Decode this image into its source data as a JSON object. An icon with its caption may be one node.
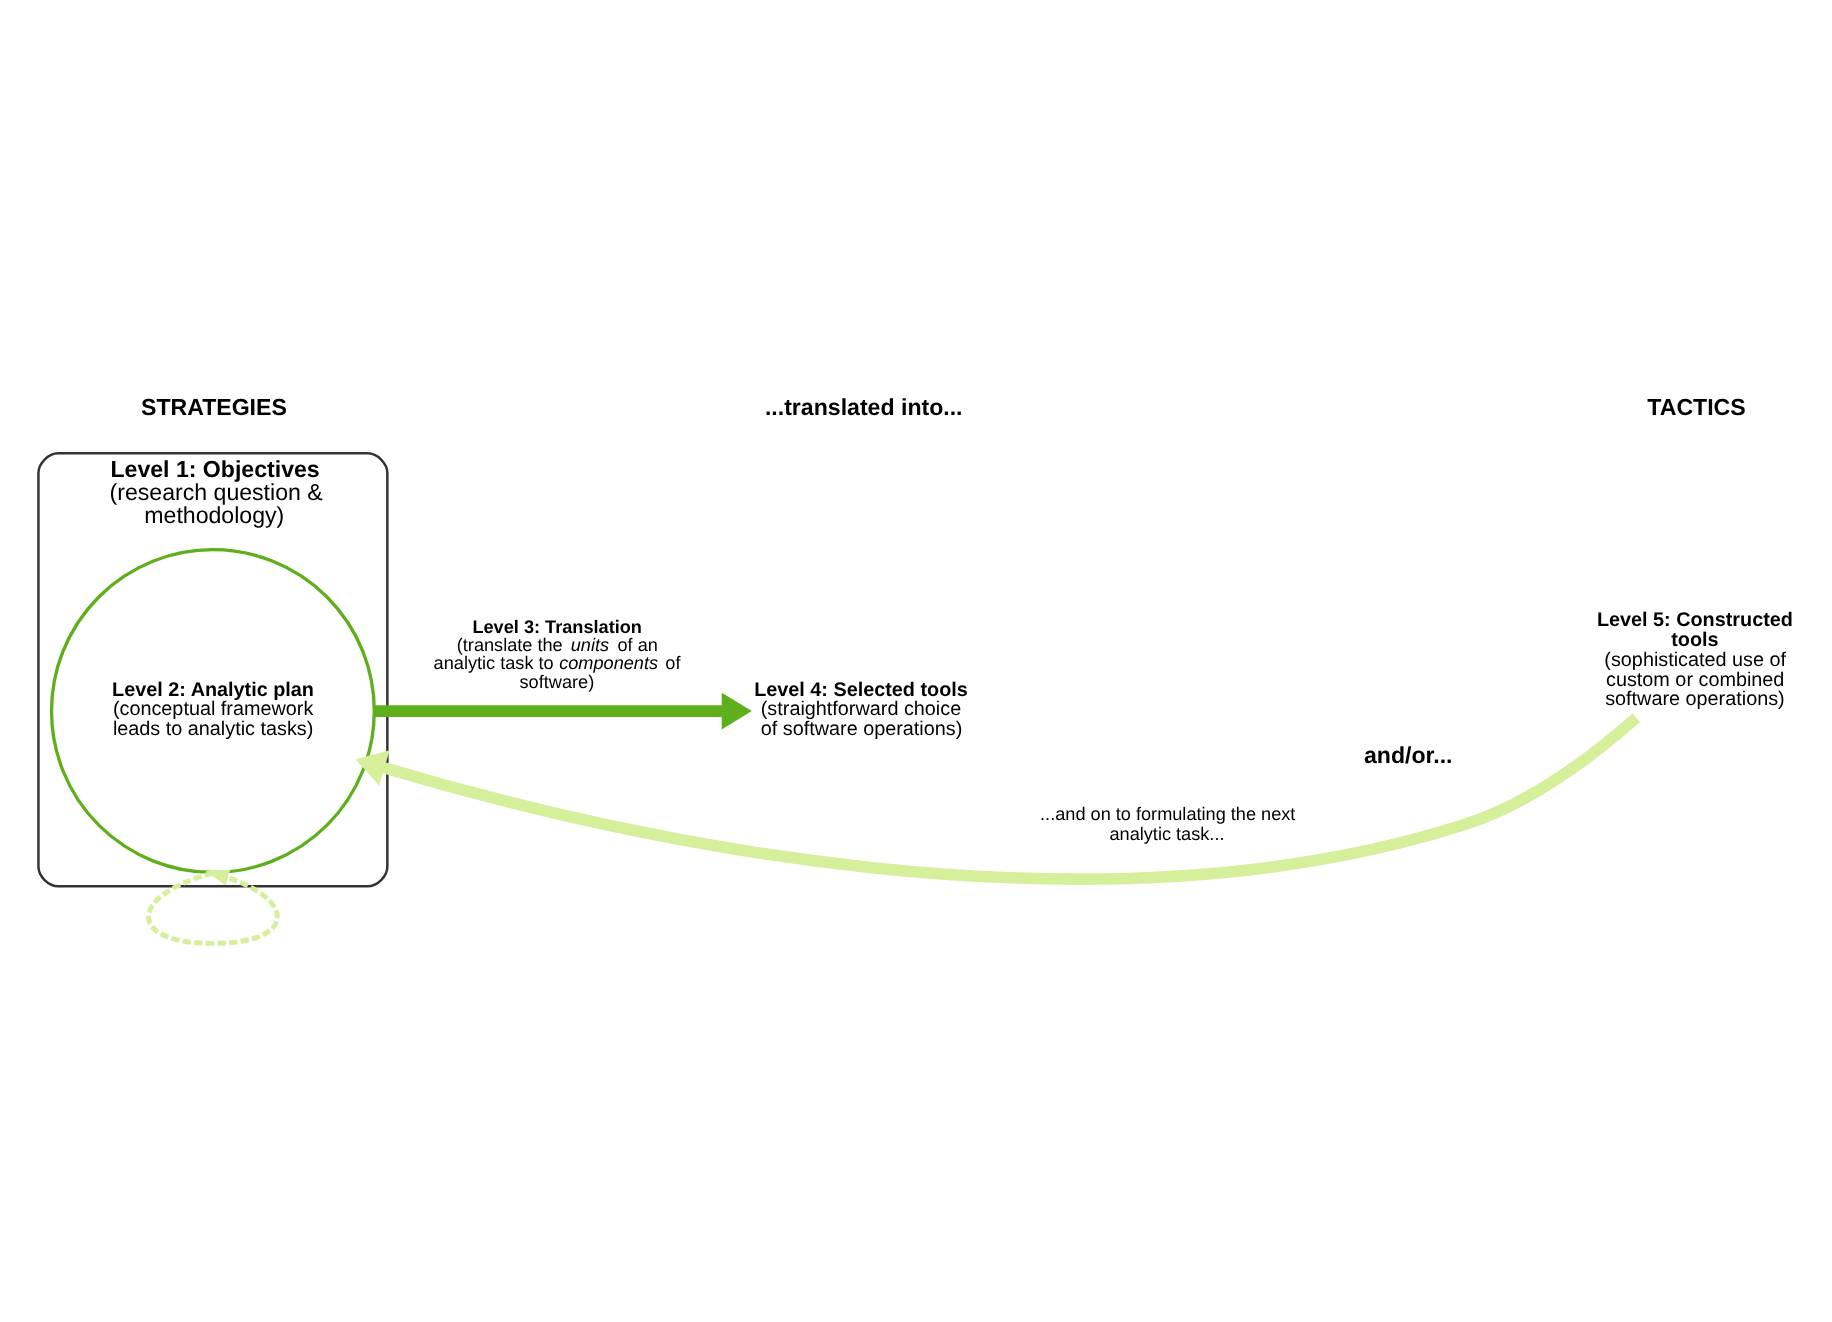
{
  "diagram": {
    "nodes": [
      {
        "text": [
          "Level 1: Objectives",
          "(research question & methodology)"
        ]
      },
      {
        "text": [
          "Level 2: Analytic plan",
          "(conceptual framework leads to analytic tasks)"
        ],
        "in": 0
      },
      {
        "text": [
          "Level 4: Selected tools",
          "(straightforward choice of software operations)"
        ]
      },
      {
        "text": [
          "Level 5: Constructed tools",
          "(sophisticated use of custom or combined software operations)"
        ]
      }
    ],
    "edges": [
      {
        "from": 1,
        "to": 2,
        "arrow": "to",
        "label": "**Level 3: Translation** (translate the *units* of an analytic task to *components* of software)",
        "color": "#5fae1b"
      },
      {
        "from": 3,
        "to": 1,
        "arrow": "to",
        "label": "...and on to formulating the next analytic task...",
        "color": "#d6ef9a"
      },
      {
        "from": 1,
        "to": 1,
        "arrow": "to",
        "style": "dashed",
        "color": "#d6ef9a"
      }
    ],
    "labels": [
      "STRATEGIES",
      "...translated into...",
      "TACTICS",
      "and/or..."
    ]
  }
}
